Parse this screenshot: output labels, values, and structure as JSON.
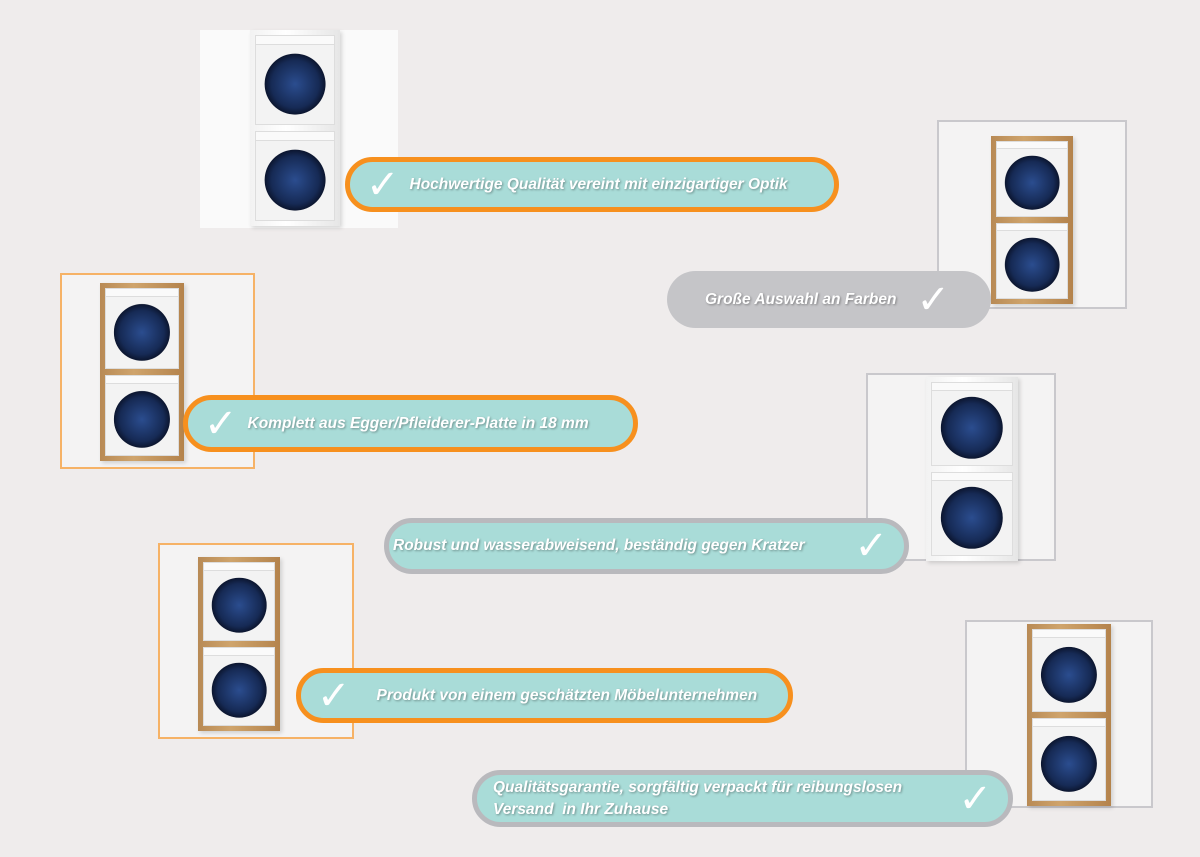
{
  "features": [
    {
      "text": "Hochwertige Qualität vereint mit einzigartiger Optik",
      "icon": "checkmark-icon"
    },
    {
      "text": "Große Auswahl an Farben",
      "icon": "checkmark-icon"
    },
    {
      "text": "Komplett aus Egger/Pfleiderer-Platte in 18 mm",
      "icon": "checkmark-icon"
    },
    {
      "text": "Robust und wasserabweisend, beständig gegen Kratzer",
      "icon": "checkmark-icon"
    },
    {
      "text": "Produkt von einem geschätzten Möbelunternehmen",
      "icon": "checkmark-icon"
    },
    {
      "line1": "Qualitätsgarantie, sorgfältig verpackt für reibungslosen",
      "line2": "Versand  in Ihr Zuhause",
      "icon": "checkmark-icon"
    }
  ],
  "check_glyph": "✓",
  "colors": {
    "accent_orange": "#f7901e",
    "teal": "#a9dcd8",
    "gray": "#b9b9bd",
    "background": "#efecec"
  }
}
